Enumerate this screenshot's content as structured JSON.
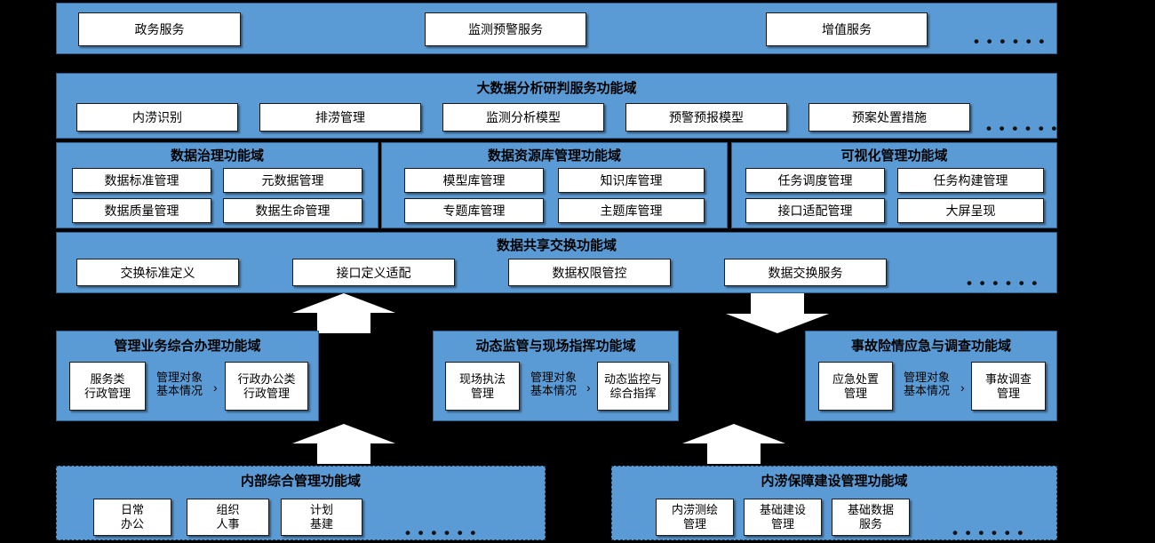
{
  "colors": {
    "panel_blue": "#5B9BD5",
    "chip_white": "#FFFFFF",
    "background": "#000000",
    "text": "#000000"
  },
  "ellipsis": "• • • • • •",
  "rows": {
    "services": {
      "name": "service-layer",
      "items": [
        {
          "label": "政务服务"
        },
        {
          "label": "监测预警服务"
        },
        {
          "label": "增值服务"
        }
      ],
      "has_ellipsis": true
    },
    "bigdata": {
      "title": "大数据分析研判服务功能域",
      "items": [
        {
          "label": "内涝识别"
        },
        {
          "label": "排涝管理"
        },
        {
          "label": "监测分析模型"
        },
        {
          "label": "预警预报模型"
        },
        {
          "label": "预案处置措施"
        }
      ],
      "has_ellipsis": true
    },
    "governance": {
      "title": "数据治理功能域",
      "items": [
        {
          "label": "数据标准管理"
        },
        {
          "label": "元数据管理"
        },
        {
          "label": "数据质量管理"
        },
        {
          "label": "数据生命管理"
        }
      ]
    },
    "resource": {
      "title": "数据资源库管理功能域",
      "items": [
        {
          "label": "模型库管理"
        },
        {
          "label": "知识库管理"
        },
        {
          "label": "专题库管理"
        },
        {
          "label": "主题库管理"
        }
      ]
    },
    "visual": {
      "title": "可视化管理功能域",
      "items": [
        {
          "label": "任务调度管理"
        },
        {
          "label": "任务构建管理"
        },
        {
          "label": "接口适配管理"
        },
        {
          "label": "大屏呈现"
        }
      ]
    },
    "exchange": {
      "title": "数据共享交换功能域",
      "items": [
        {
          "label": "交换标准定义"
        },
        {
          "label": "接口定义适配"
        },
        {
          "label": "数据权限管控"
        },
        {
          "label": "数据交换服务"
        }
      ],
      "has_ellipsis": true
    },
    "business": {
      "title": "管理业务综合办理功能域",
      "left": "服务类\n行政管理",
      "connector": "管理对象\n基本情况",
      "right": "行政办公类\n行政管理"
    },
    "supervision": {
      "title": "动态监管与现场指挥功能域",
      "left": "现场执法\n管理",
      "connector": "管理对象\n基本情况",
      "right": "动态监控与\n综合指挥"
    },
    "emergency": {
      "title": "事故险情应急与调查功能域",
      "left": "应急处置\n管理",
      "connector": "管理对象\n基本情况",
      "right": "事故调查\n管理"
    },
    "internal": {
      "title": "内部综合管理功能域",
      "items": [
        {
          "label": "日常\n办公"
        },
        {
          "label": "组织\n人事"
        },
        {
          "label": "计划\n基建"
        }
      ],
      "has_ellipsis": true
    },
    "infrastructure": {
      "title": "内涝保障建设管理功能域",
      "items": [
        {
          "label": "内涝测绘\n管理"
        },
        {
          "label": "基础建设\n管理"
        },
        {
          "label": "基础数据\n服务"
        }
      ],
      "has_ellipsis": true
    }
  },
  "arrows": [
    {
      "name": "arrow-up-to-exchange-left",
      "direction": "up"
    },
    {
      "name": "arrow-down-to-emergency",
      "direction": "down"
    },
    {
      "name": "arrow-up-to-business",
      "direction": "up"
    },
    {
      "name": "arrow-up-to-supervision",
      "direction": "up"
    }
  ]
}
